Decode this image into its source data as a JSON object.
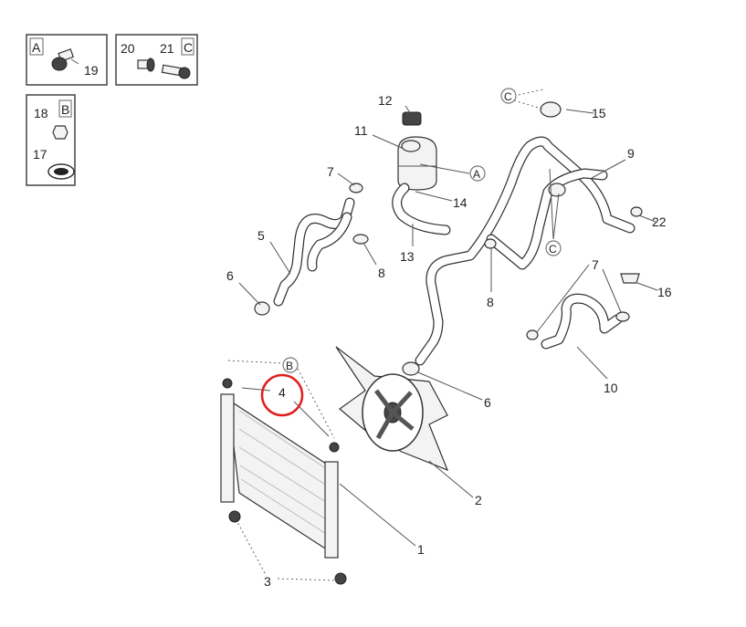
{
  "diagram": {
    "inset_boxes": [
      {
        "tag": "A",
        "parts": [
          "19"
        ]
      },
      {
        "tag": "C",
        "parts": [
          "20",
          "21"
        ]
      },
      {
        "tag": "B",
        "parts": [
          "18",
          "17"
        ]
      }
    ],
    "callouts": {
      "c1": "1",
      "c2": "2",
      "c3": "3",
      "c4": "4",
      "c5": "5",
      "c6a": "6",
      "c6b": "6",
      "c7a": "7",
      "c7b": "7",
      "c8a": "8",
      "c8b": "8",
      "c9": "9",
      "c10": "10",
      "c11": "11",
      "c12": "12",
      "c13": "13",
      "c14": "14",
      "c15": "15",
      "c16": "16",
      "c22": "22"
    },
    "ref_tags": {
      "A": "A",
      "B": "B",
      "C1": "C",
      "C2": "C"
    },
    "highlight": {
      "label": "4",
      "color": "#e02020"
    }
  }
}
